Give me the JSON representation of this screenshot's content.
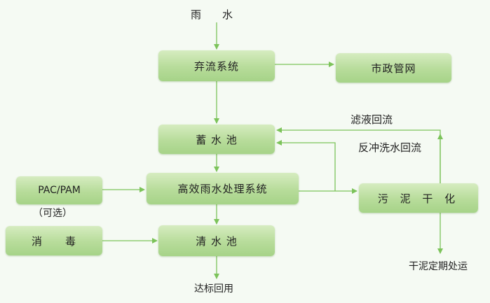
{
  "input_label": "雨　　水",
  "boxes": {
    "qiliu": "弃流系统",
    "shizheng": "市政管网",
    "xushui": "蓄 水 池",
    "pac": "PAC/PAM",
    "gaoxiao": "高效雨水处理系统",
    "wuni": "污 泥 干 化",
    "xiaodu": "消　　毒",
    "qingshui": "清 水 池"
  },
  "labels": {
    "kexuan": "（可选）",
    "lvye": "滤液回流",
    "fanchong": "反冲洗水回流",
    "ganni": "干泥定期处运",
    "dabiao": "达标回用"
  },
  "colors": {
    "arrow": "#7cc35a",
    "box_top": "#d6ecc0",
    "box_bottom": "#a6d388",
    "background": "#f5faf3"
  }
}
